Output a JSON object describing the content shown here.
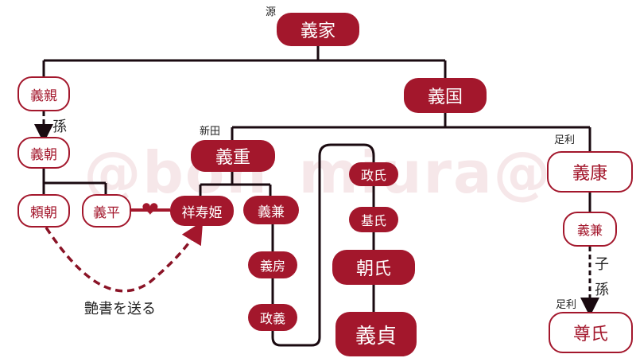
{
  "colors": {
    "accent": "#a3172c",
    "line": "#1a0a10",
    "text": "#222222"
  },
  "watermark": "@bon_miura@",
  "clan_labels": {
    "minamoto": "源",
    "nitta": "新田",
    "ashikaga_top": "足利",
    "ashikaga_bottom": "足利"
  },
  "relation_labels": {
    "grandson": "孫",
    "descendants_1": "子",
    "descendants_2": "孫",
    "love_letter": "艶書を送る"
  },
  "nodes": {
    "yoshiie": "義家",
    "yoshichika": "義親",
    "yoshikuni": "義国",
    "yoshitomo": "義朝",
    "yoshishige": "義重",
    "yoshiyasu": "義康",
    "yoritomo": "頼朝",
    "yoshihira": "義平",
    "shoujuhime": "祥寿姫",
    "yoshikane_nitta": "義兼",
    "yoshifusa": "義房",
    "masayoshi": "政義",
    "masauji": "政氏",
    "motouji": "基氏",
    "tomouji": "朝氏",
    "yoshisada": "義貞",
    "yoshikane_ashikaga": "義兼",
    "takauji": "尊氏"
  }
}
